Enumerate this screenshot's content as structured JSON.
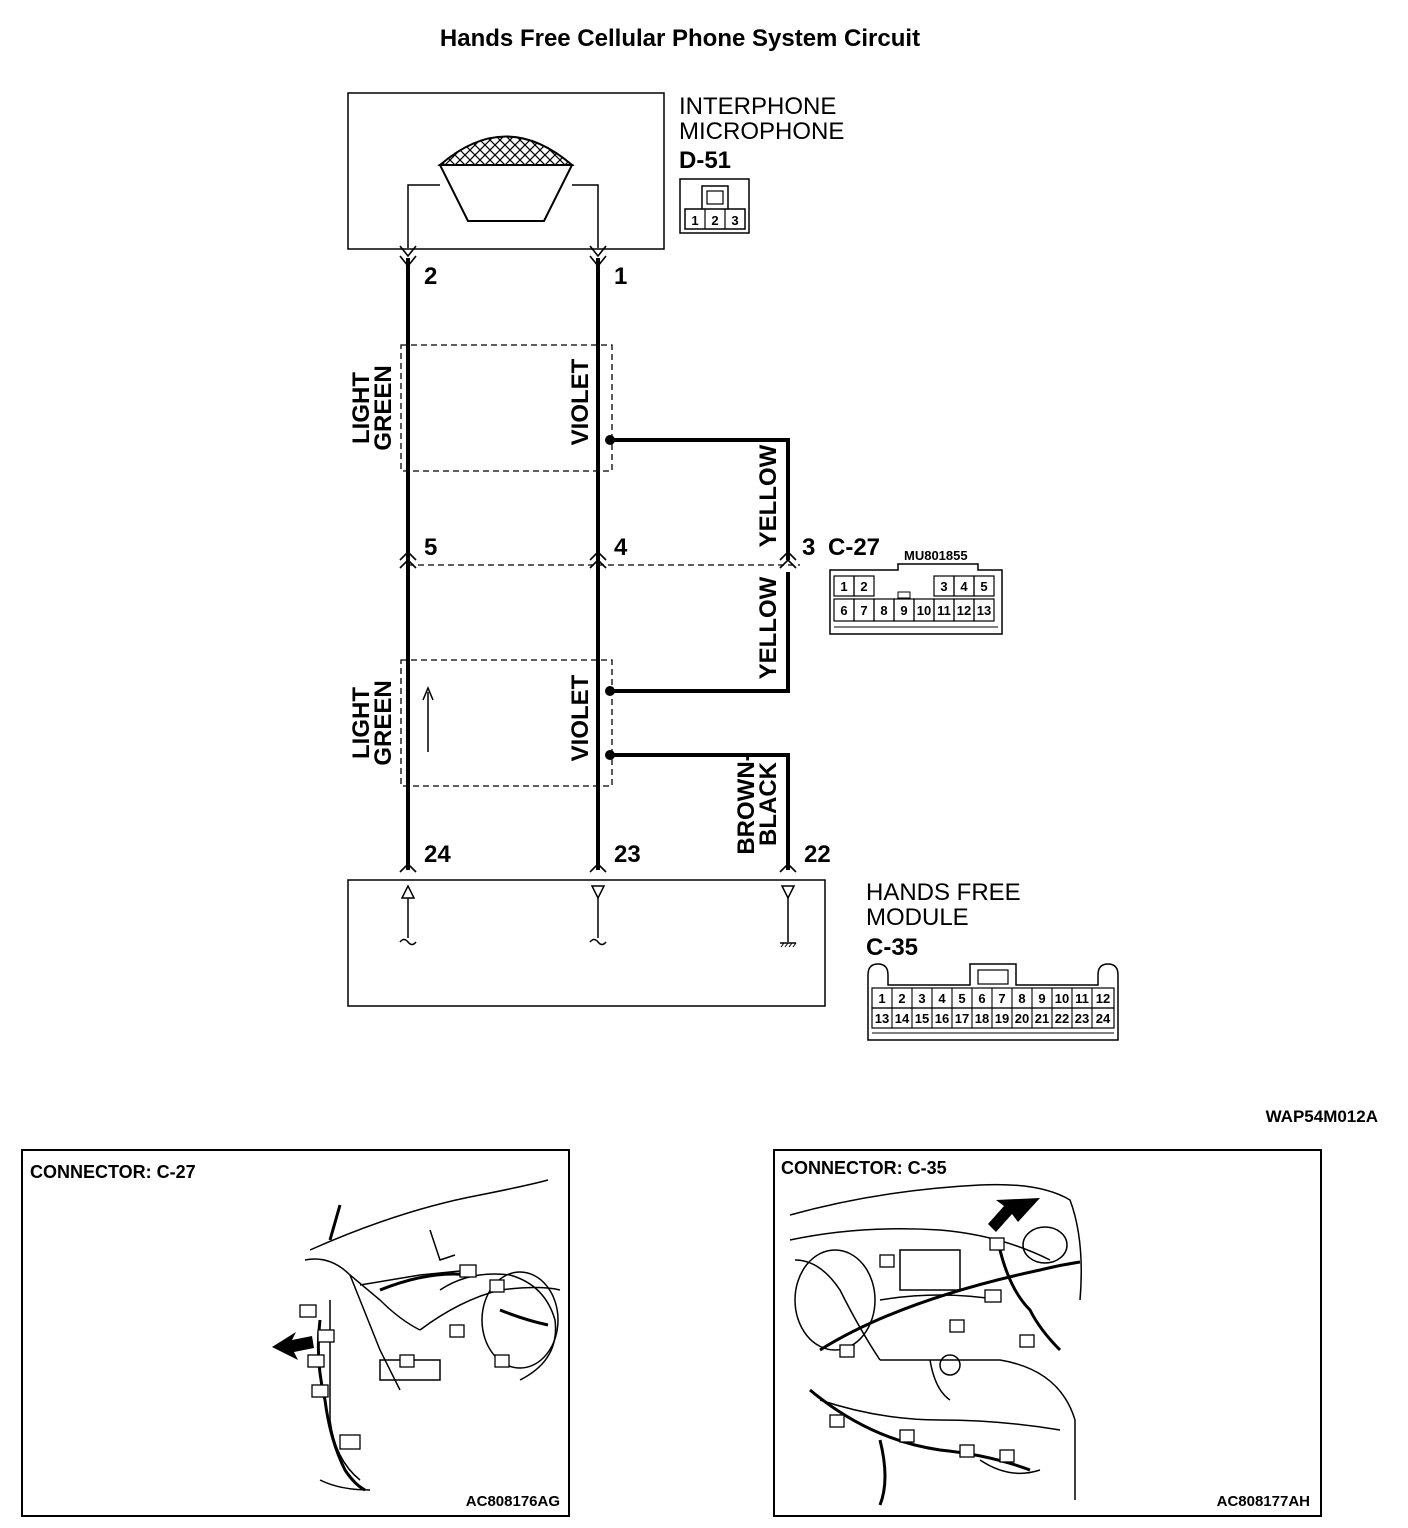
{
  "title": "Hands Free Cellular Phone System Circuit",
  "microphone": {
    "name_line1": "INTERPHONE",
    "name_line2": "MICROPHONE",
    "connector": "D-51",
    "pins": [
      "1",
      "2",
      "3"
    ]
  },
  "module": {
    "name_line1": "HANDS FREE",
    "name_line2": "MODULE",
    "connector": "C-35",
    "pins_top": [
      "1",
      "2",
      "3",
      "4",
      "5",
      "6",
      "7",
      "8",
      "9",
      "10",
      "11",
      "12"
    ],
    "pins_bottom": [
      "13",
      "14",
      "15",
      "16",
      "17",
      "18",
      "19",
      "20",
      "21",
      "22",
      "23",
      "24"
    ]
  },
  "junction": {
    "connector": "C-27",
    "part_no": "MU801855",
    "pins_top": [
      "1",
      "2",
      "3",
      "4",
      "5"
    ],
    "pins_bottom": [
      "6",
      "7",
      "8",
      "9",
      "10",
      "11",
      "12",
      "13"
    ]
  },
  "terminals": {
    "mic_left": "2",
    "mic_right": "1",
    "c27_left": "5",
    "c27_mid": "4",
    "c27_right": "3",
    "mod_left": "24",
    "mod_mid": "23",
    "mod_right": "22"
  },
  "wires": {
    "light": "LIGHT",
    "green": "GREEN",
    "violet": "VIOLET",
    "yellow": "YELLOW",
    "brown": "BROWN-",
    "black": "BLACK"
  },
  "figure_code": "WAP54M012A",
  "views": [
    {
      "title": "CONNECTOR: C-27",
      "code": "AC808176AG"
    },
    {
      "title": "CONNECTOR: C-35",
      "code": "AC808177AH"
    }
  ]
}
